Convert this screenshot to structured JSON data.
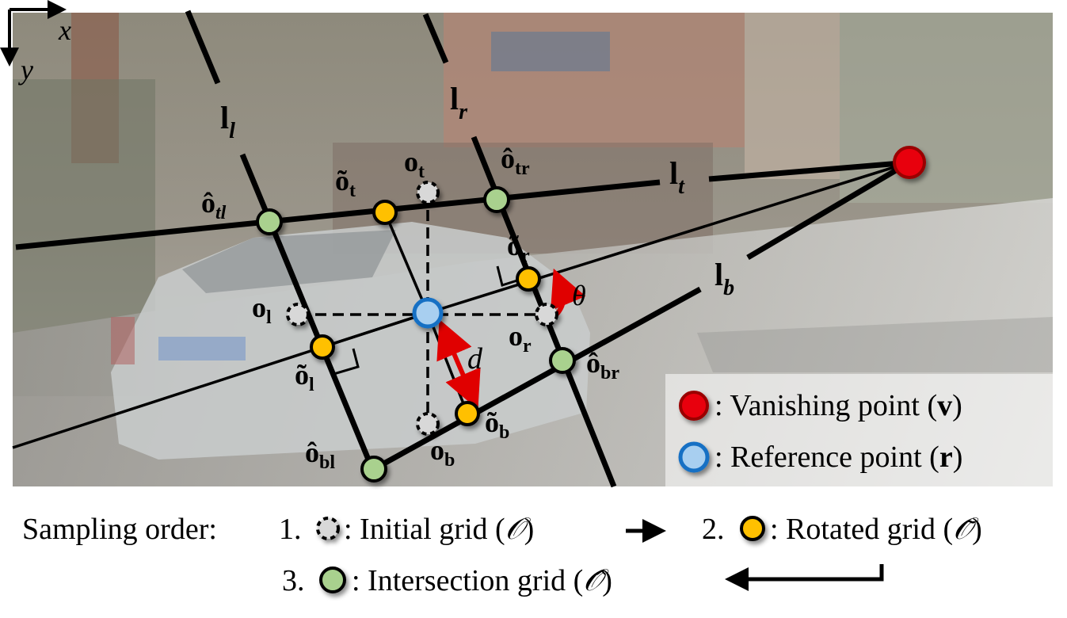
{
  "axes": {
    "x": "x",
    "y": "y"
  },
  "lines": {
    "left": {
      "main": "l",
      "sub": "l"
    },
    "right": {
      "main": "l",
      "sub": "r"
    },
    "top": {
      "main": "l",
      "sub": "t"
    },
    "bottom": {
      "main": "l",
      "sub": "b"
    }
  },
  "symbols": {
    "theta": "θ",
    "distance": "d"
  },
  "points": {
    "o_t": {
      "main": "o",
      "sub": "t"
    },
    "o_l": {
      "main": "o",
      "sub": "l"
    },
    "o_r": {
      "main": "o",
      "sub": "r"
    },
    "o_b": {
      "main": "o",
      "sub": "b"
    },
    "ot_tilde": {
      "main": "õ",
      "sub": "t"
    },
    "ol_tilde": {
      "main": "õ",
      "sub": "l"
    },
    "or_tilde": {
      "main": "õ",
      "sub": "r"
    },
    "ob_tilde": {
      "main": "õ",
      "sub": "b"
    },
    "otl_hat": {
      "main": "ô",
      "sub": "tl"
    },
    "otr_hat": {
      "main": "ô",
      "sub": "tr"
    },
    "obl_hat": {
      "main": "ô",
      "sub": "bl"
    },
    "obr_hat": {
      "main": "ô",
      "sub": "br"
    }
  },
  "legend": {
    "vanishing": {
      "text": ": Vanishing point (",
      "sym": "v",
      "close": ")"
    },
    "reference": {
      "text": ": Reference point (",
      "sym": "r",
      "close": ")"
    }
  },
  "caption": {
    "prefix": "Sampling order:",
    "step1": {
      "num": "1.",
      "text": ": Initial grid (",
      "sym": "𝒪",
      "close": ")"
    },
    "step2": {
      "num": "2.",
      "text": ": Rotated grid (",
      "sym": "𝒪̃",
      "close": ")"
    },
    "step3": {
      "num": "3.",
      "text": ": Intersection grid (",
      "sym": "𝒪̂",
      "close": ")"
    }
  },
  "colors": {
    "vanishing": "#e8000b",
    "reference": "#a8cff0",
    "reference_stroke": "#1470c4",
    "rotated": "#ffc000",
    "intersection": "#a9d18e",
    "arrow_red": "#e00000"
  }
}
